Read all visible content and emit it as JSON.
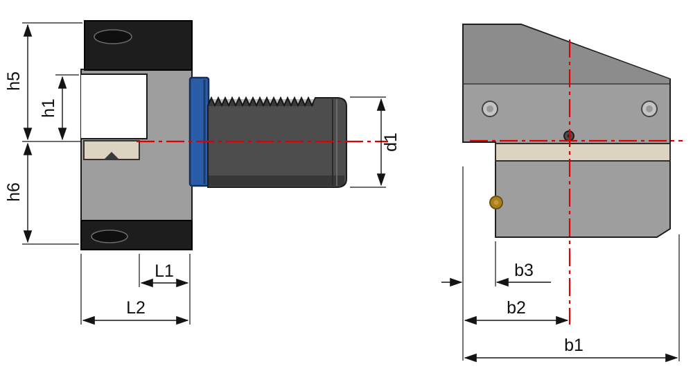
{
  "drawing": {
    "title": "VDI tool holder technical drawing, side and front views",
    "labels": {
      "h5": "h5",
      "h1": "h1",
      "h6": "h6",
      "d1": "d1",
      "L1": "L1",
      "L2": "L2",
      "b3": "b3",
      "b2": "b2",
      "b1": "b1"
    }
  },
  "colors": {
    "background": "#ffffff",
    "body_gray": "#9e9e9e",
    "body_gray_dark": "#8c8c8c",
    "black_part": "#1d1d1d",
    "tan_insert": "#dcd3c1",
    "flange_blue": "#2b5ca8",
    "shaft_gray": "#4d4d4d",
    "screw_brass": "#a8801f",
    "hole_gray": "#c4c4c4",
    "centerline_red": "#dd0000",
    "dimension_black": "#141414"
  }
}
